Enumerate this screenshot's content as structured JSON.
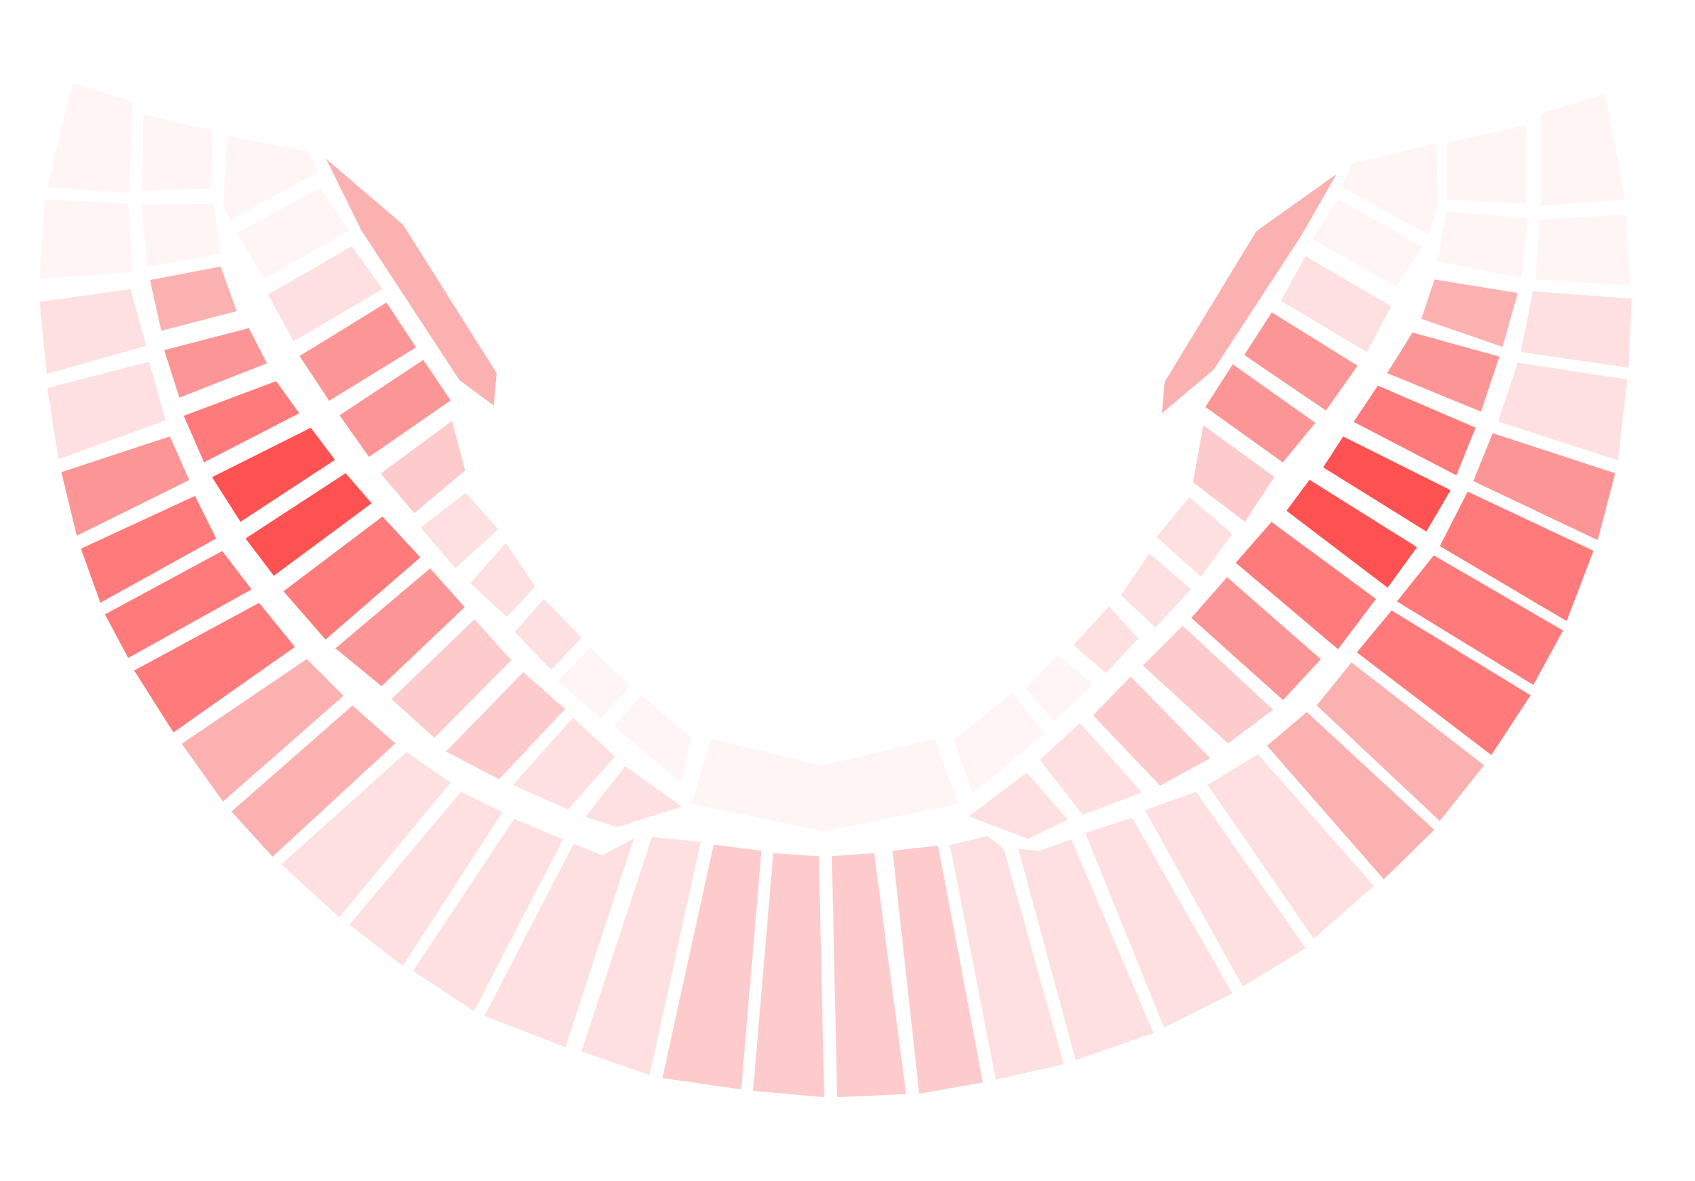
{
  "map": {
    "type": "stadium-seating-heatmap",
    "palette": {
      "level_0": "#fff5f5",
      "level_1": "#fee0e0",
      "level_2": "#fdcbcb",
      "level_3": "#fcb1b1",
      "level_4": "#fc9696",
      "level_5": "#ff7b7b",
      "level_6": "#fe5151"
    },
    "sections_left_count": 44,
    "sections_bottom_count": 12,
    "sections_right_count": 44
  }
}
